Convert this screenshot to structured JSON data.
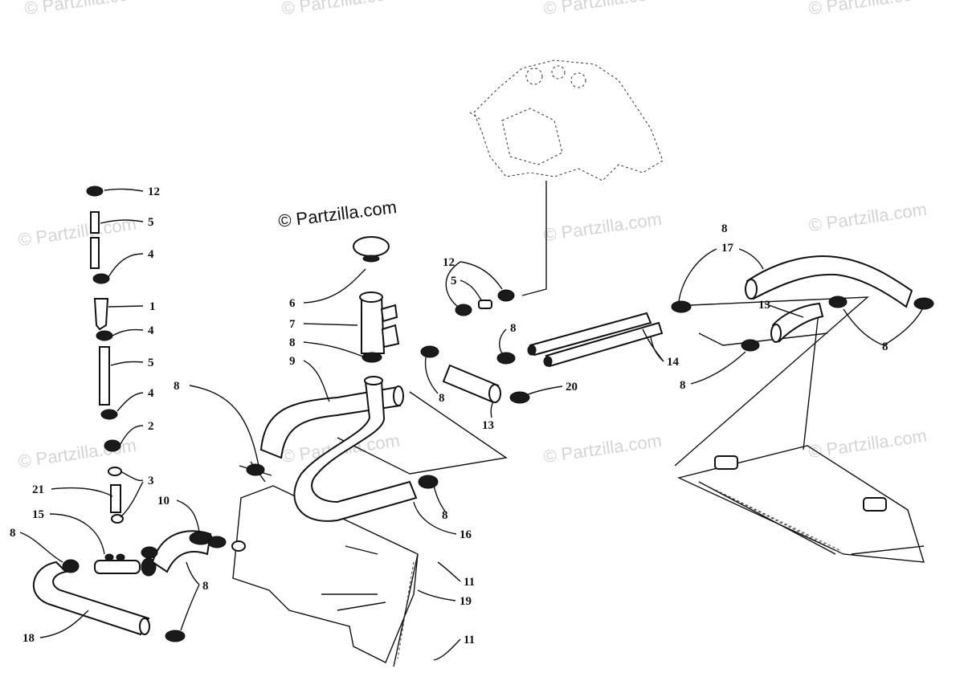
{
  "copyright": "© Partzilla.com",
  "watermark": "© Partzilla.com",
  "callouts": [
    {
      "label": "12"
    },
    {
      "label": "5"
    },
    {
      "label": "4"
    },
    {
      "label": "1"
    },
    {
      "label": "4"
    },
    {
      "label": "5"
    },
    {
      "label": "4"
    },
    {
      "label": "2"
    },
    {
      "label": "3"
    },
    {
      "label": "21"
    },
    {
      "label": "15"
    },
    {
      "label": "10"
    },
    {
      "label": "8"
    },
    {
      "label": "8"
    },
    {
      "label": "18"
    },
    {
      "label": "8"
    },
    {
      "label": "6"
    },
    {
      "label": "7"
    },
    {
      "label": "8"
    },
    {
      "label": "9"
    },
    {
      "label": "12"
    },
    {
      "label": "5"
    },
    {
      "label": "8"
    },
    {
      "label": "8"
    },
    {
      "label": "13"
    },
    {
      "label": "20"
    },
    {
      "label": "8"
    },
    {
      "label": "16"
    },
    {
      "label": "11"
    },
    {
      "label": "19"
    },
    {
      "label": "11"
    },
    {
      "label": "8"
    },
    {
      "label": "17"
    },
    {
      "label": "13"
    },
    {
      "label": "14"
    },
    {
      "label": "8"
    },
    {
      "label": "8"
    }
  ]
}
